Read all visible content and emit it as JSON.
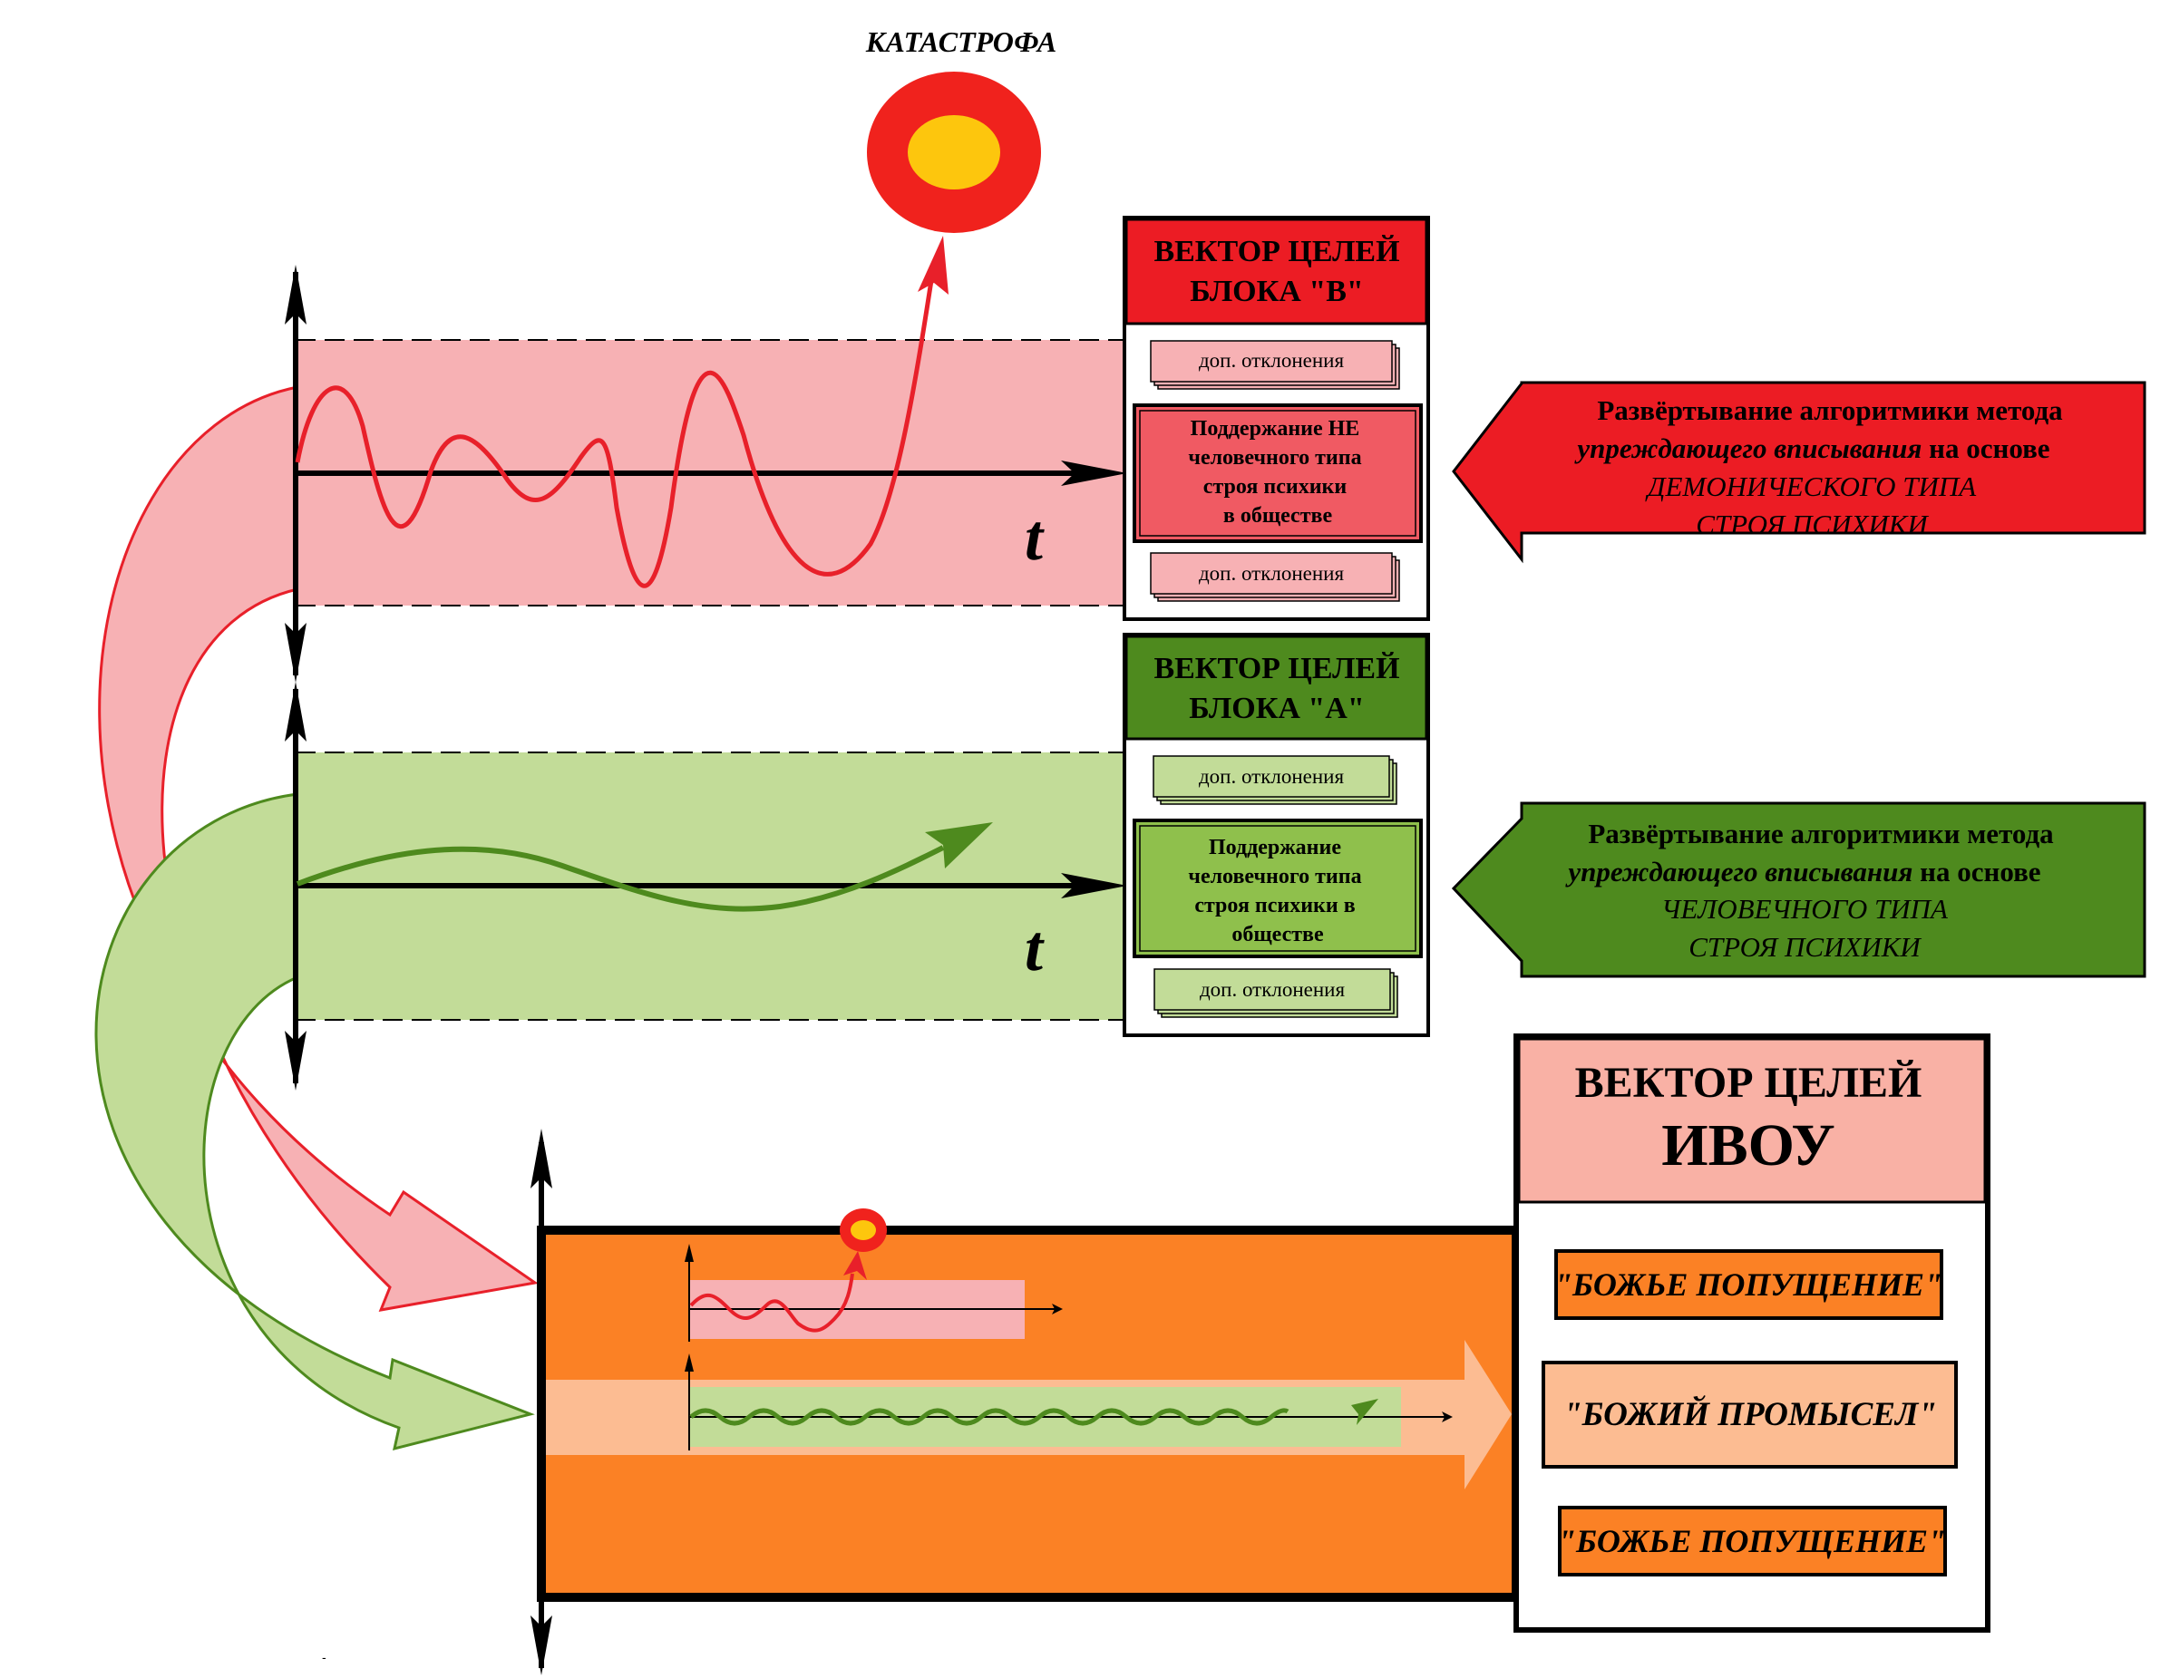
{
  "catastrophe": {
    "label": "КАТАСТРОФА"
  },
  "axis": {
    "time_label": "t"
  },
  "block_b": {
    "title_line1": "ВЕКТОР ЦЕЛЕЙ",
    "title_line2": "БЛОКА \"В\"",
    "extra_top": "доп. отклонения",
    "extra_bottom": "доп. отклонения",
    "main_lines": [
      "Поддержание НЕ",
      "человечного типа",
      "строя психики",
      "в обществе"
    ],
    "arrow_line1": "Развёртывание алгоритмики метода",
    "arrow_line2_italic": "упреждающего вписывания",
    "arrow_line2_rest": " на основе",
    "arrow_line3": "ДЕМОНИЧЕСКОГО ТИПА",
    "arrow_line4": "СТРОЯ ПСИХИКИ",
    "colors": {
      "header": "#ec1c24",
      "main": "#f05a63",
      "band": "#f7b1b4",
      "curve": "#e8202a"
    }
  },
  "block_a": {
    "title_line1": "ВЕКТОР ЦЕЛЕЙ",
    "title_line2": "БЛОКА \"А\"",
    "extra_top": "доп. отклонения",
    "extra_bottom": "доп. отклонения",
    "main_lines": [
      "Поддержание",
      "человечного типа",
      "строя психики в",
      "обществе"
    ],
    "arrow_line1": "Развёртывание алгоритмики метода",
    "arrow_line2_italic": "упреждающего вписывания",
    "arrow_line2_rest": " на основе",
    "arrow_line3": "ЧЕЛОВЕЧНОГО ТИПА",
    "arrow_line4": "СТРОЯ ПСИХИКИ",
    "colors": {
      "header": "#4e8a1e",
      "main": "#8fc04c",
      "band": "#c2dc98",
      "curve": "#4e8a1e"
    }
  },
  "ivou": {
    "title_line1": "ВЕКТОР ЦЕЛЕЙ",
    "title_line2": "ИВОУ",
    "item1": "\"БОЖЬЕ ПОПУЩЕНИЕ\"",
    "item2": "\"БОЖИЙ ПРОМЫСЕЛ\"",
    "item3": "\"БОЖЬЕ ПОПУЩЕНИЕ\"",
    "colors": {
      "header": "#f9b1a5",
      "band": "#fb8125",
      "providence": "#fcbc92"
    }
  },
  "stray_mark": "-"
}
